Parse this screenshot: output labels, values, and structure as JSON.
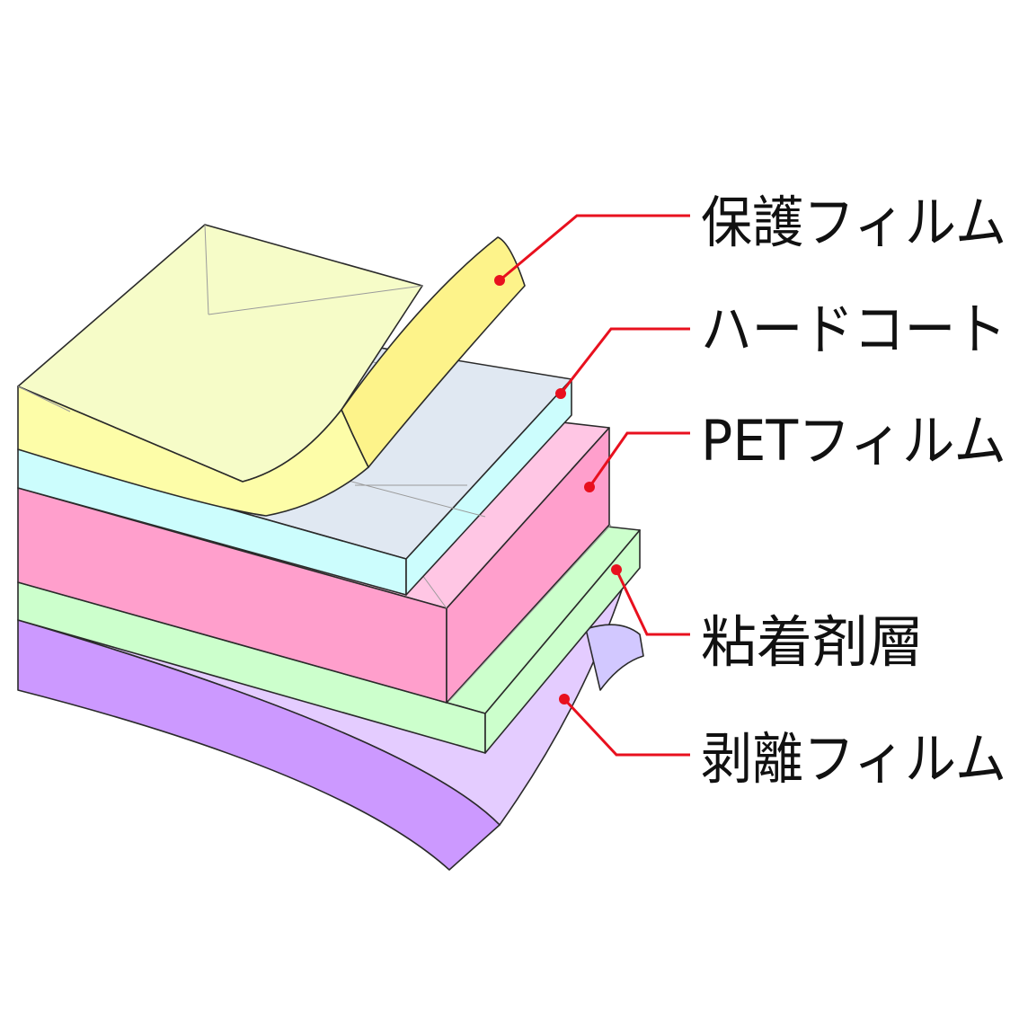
{
  "layers": [
    {
      "key": "protect",
      "label": "保護フィルム",
      "color": "#fdfdb5"
    },
    {
      "key": "hardcoat",
      "label": "ハードコート",
      "color": "#ccfdfd"
    },
    {
      "key": "pet",
      "label": "PETフィルム",
      "color": "#ff9fcc"
    },
    {
      "key": "adhesive",
      "label": "粘着剤層",
      "color": "#ccffcc"
    },
    {
      "key": "release",
      "label": "剥離フィルム",
      "color": "#cc99ff"
    }
  ],
  "leader_color": "#e8101e"
}
